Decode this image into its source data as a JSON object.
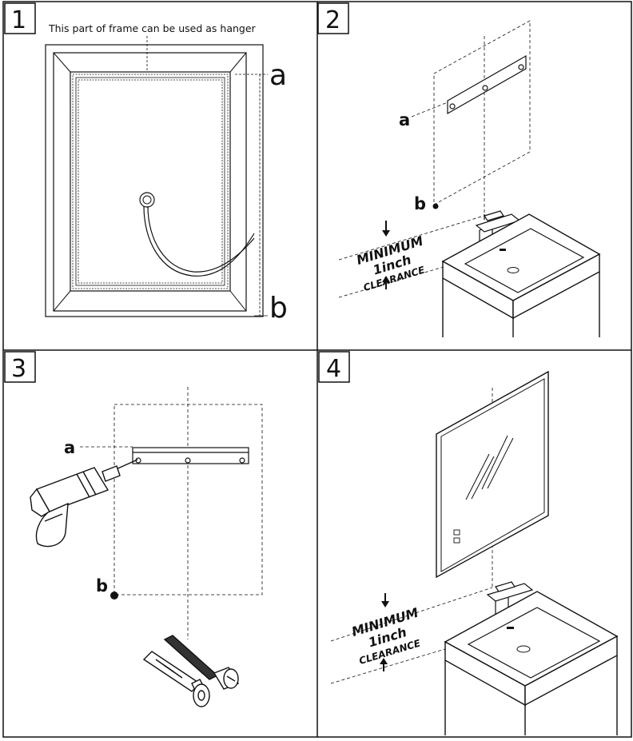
{
  "panels": [
    {
      "number": "1",
      "caption": "This part of frame can be used as hanger",
      "label_a": "a",
      "label_b": "b"
    },
    {
      "number": "2",
      "label_a": "a",
      "label_b": "b",
      "clearance": {
        "line1": "MINIMUM",
        "line2": "1inch",
        "line3": "CLEARANCE"
      }
    },
    {
      "number": "3",
      "label_a": "a",
      "label_b": "b"
    },
    {
      "number": "4",
      "clearance": {
        "line1": "MINIMUM",
        "line2": "1inch",
        "line3": "CLEARANCE"
      }
    }
  ],
  "colors": {
    "line": "#111111",
    "background": "#ffffff"
  }
}
